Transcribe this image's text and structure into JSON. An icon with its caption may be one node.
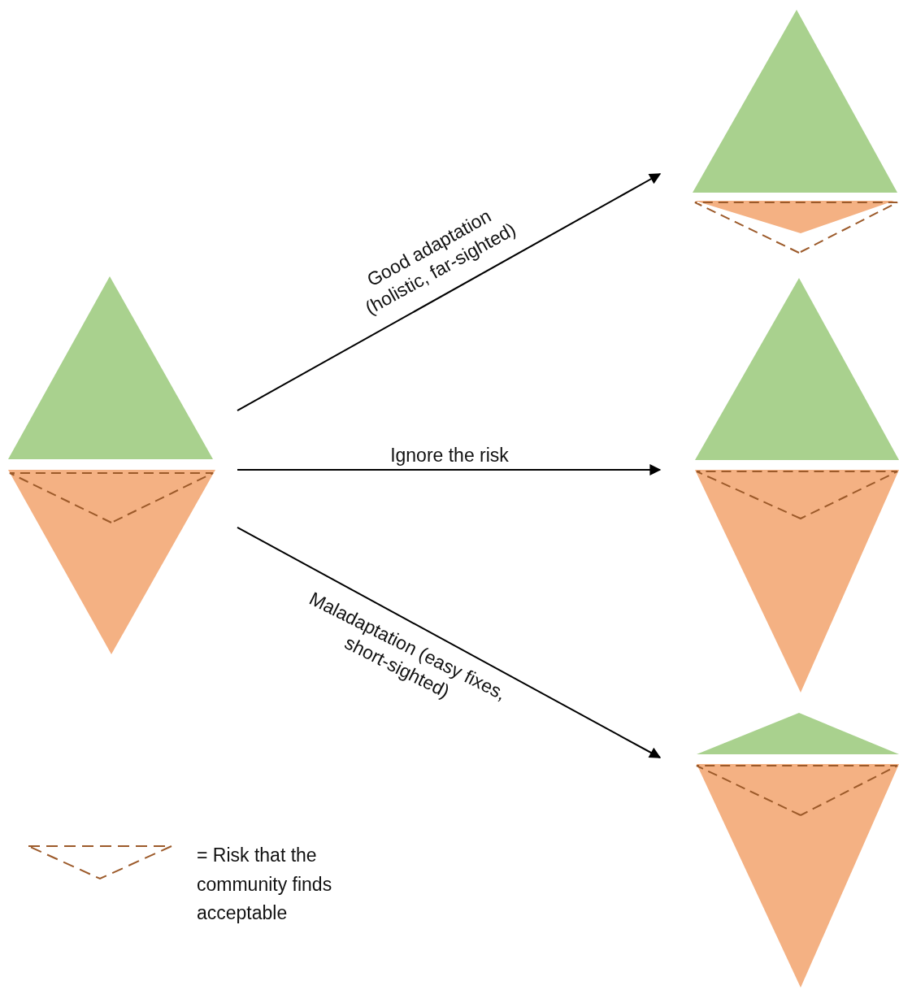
{
  "diagram": {
    "nodes": [
      {
        "text": [],
        "shape": "diamond"
      },
      {
        "text": [],
        "shape": "diamond"
      },
      {
        "text": [],
        "shape": "diamond"
      },
      {
        "text": [],
        "shape": "diamond"
      }
    ],
    "edges": [
      {
        "from": 0,
        "to": 1,
        "arrow": "to",
        "label": "Good adaptation (holistic, far-sighted)"
      },
      {
        "from": 0,
        "to": 2,
        "arrow": "to",
        "label": "Ignore the risk"
      },
      {
        "from": 0,
        "to": 3,
        "arrow": "to",
        "label": "Maladaptation (easy fixes, short-sighted)"
      }
    ],
    "legend": [
      {
        "text": "= Risk that the community finds acceptable"
      }
    ]
  }
}
